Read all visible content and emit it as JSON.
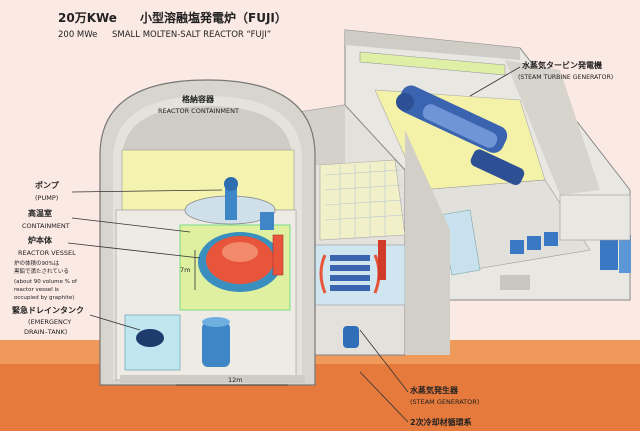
{
  "title": {
    "jp_power": "20万KWe",
    "jp_name": "小型溶融塩発電炉（FUJI）",
    "en_power": "200 MWe",
    "en_name": "SMALL MOLTEN-SALT REACTOR “FUJI”"
  },
  "labels": {
    "containment_jp": "格納容器",
    "containment_en": "REACTOR CONTAINMENT",
    "pump_jp": "ポンプ",
    "pump_en": "(PUMP)",
    "hotcell_jp": "高温室",
    "hotcell_en": "CONTAINMENT",
    "vessel_jp": "炉本体",
    "vessel_en": "REACTOR VESSEL",
    "vessel_note_1": "炉の体積の90%は",
    "vessel_note_2": "黒鉛で満たされている",
    "vessel_note_3": "(about 90 volume % of",
    "vessel_note_4": "reactor vessel is",
    "vessel_note_5": "occupied by graphite)",
    "drain_jp": "緊急ドレインタンク",
    "drain_en_1": "(EMERGENCY",
    "drain_en_2": "DRAIN–TANK)",
    "turbine_jp": "水蒸気タービン発電機",
    "turbine_en": "(STEAM TURBINE GENERATOR)",
    "sg_jp": "水蒸気発生器",
    "sg_en": "(STEAM GENERATOR)",
    "secondary_jp": "2次冷却材循環系",
    "dim_7m": "7m",
    "dim_12m": "12m"
  },
  "colors": {
    "background": "#fbe9e4",
    "wall": "#dcd9d3",
    "containment": "#eef0a4",
    "water": "#bfe6ee",
    "core": "#e8553a",
    "blue": "#3f86c7",
    "ground": "#e67a3c"
  }
}
